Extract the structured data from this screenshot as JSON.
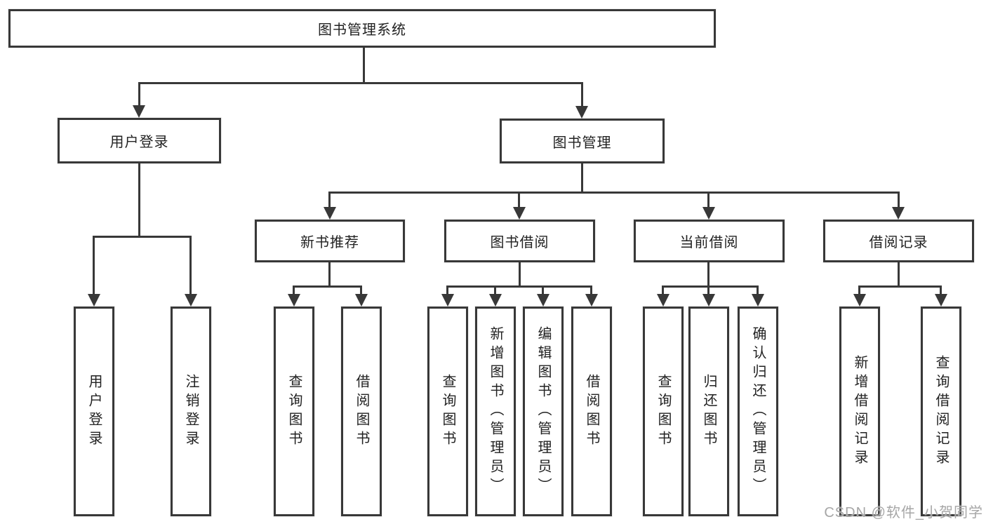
{
  "diagram": {
    "title": "图书管理系统",
    "root": {
      "label": "图书管理系统"
    },
    "level2": [
      {
        "label": "用户登录"
      },
      {
        "label": "图书管理"
      }
    ],
    "level3": [
      {
        "label": "新书推荐",
        "parent": "图书管理"
      },
      {
        "label": "图书借阅",
        "parent": "图书管理"
      },
      {
        "label": "当前借阅",
        "parent": "图书管理"
      },
      {
        "label": "借阅记录",
        "parent": "图书管理"
      }
    ],
    "leaves": [
      {
        "label": "用户登录",
        "parent": "用户登录"
      },
      {
        "label": "注销登录",
        "parent": "用户登录"
      },
      {
        "label": "查询图书",
        "parent": "新书推荐"
      },
      {
        "label": "借阅图书",
        "parent": "新书推荐"
      },
      {
        "label": "查询图书",
        "parent": "图书借阅"
      },
      {
        "label": "新增图书（管理员）",
        "parent": "图书借阅"
      },
      {
        "label": "编辑图书（管理员）",
        "parent": "图书借阅"
      },
      {
        "label": "借阅图书",
        "parent": "图书借阅"
      },
      {
        "label": "查询图书",
        "parent": "当前借阅"
      },
      {
        "label": "归还图书",
        "parent": "当前借阅"
      },
      {
        "label": "确认归还（管理员）",
        "parent": "当前借阅"
      },
      {
        "label": "新增借阅记录",
        "parent": "借阅记录"
      },
      {
        "label": "查询借阅记录",
        "parent": "借阅记录"
      }
    ]
  },
  "watermark": {
    "text": "CSDN @软件_小贺同学"
  },
  "colors": {
    "line": "#383838",
    "text": "#222222",
    "bg": "#ffffff",
    "watermark": "#a6a6a6"
  }
}
